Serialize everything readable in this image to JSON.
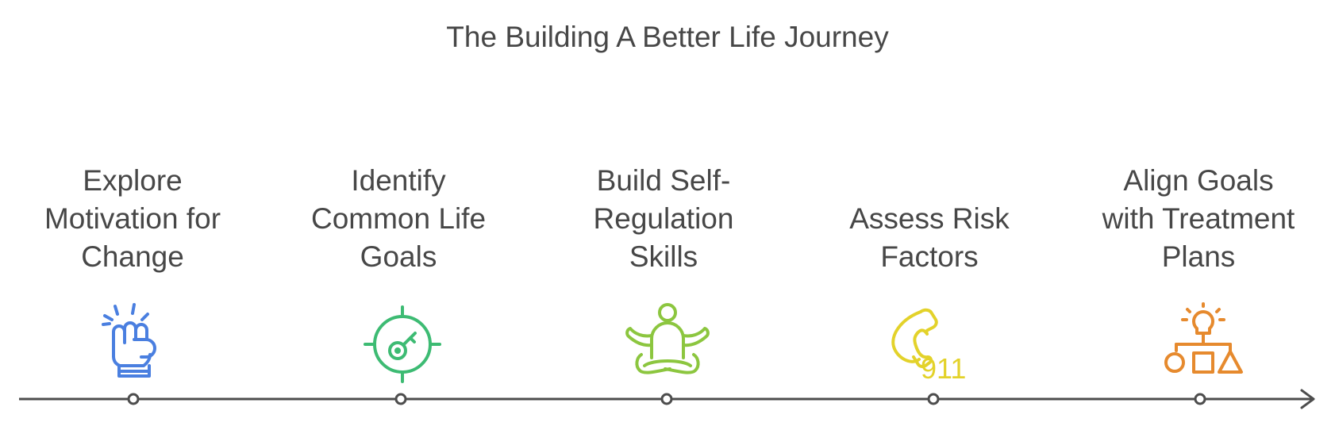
{
  "title": "The Building A Better Life Journey",
  "steps": [
    {
      "label": "Explore\nMotivation for\nChange",
      "icon": "raised-fist-icon",
      "color": "#4a7fe0"
    },
    {
      "label": "Identify\nCommon Life\nGoals",
      "icon": "target-crosshair-icon",
      "color": "#3dbb73"
    },
    {
      "label": "Build Self-\nRegulation\nSkills",
      "icon": "meditation-person-icon",
      "color": "#8cc63f"
    },
    {
      "label": "Assess Risk\nFactors",
      "icon": "phone-911-icon",
      "color": "#e3d22a",
      "icon_text": "911"
    },
    {
      "label": "Align Goals\nwith Treatment\nPlans",
      "icon": "lightbulb-flowchart-icon",
      "color": "#e68a2e"
    }
  ],
  "timeline_color": "#4d4d4d"
}
